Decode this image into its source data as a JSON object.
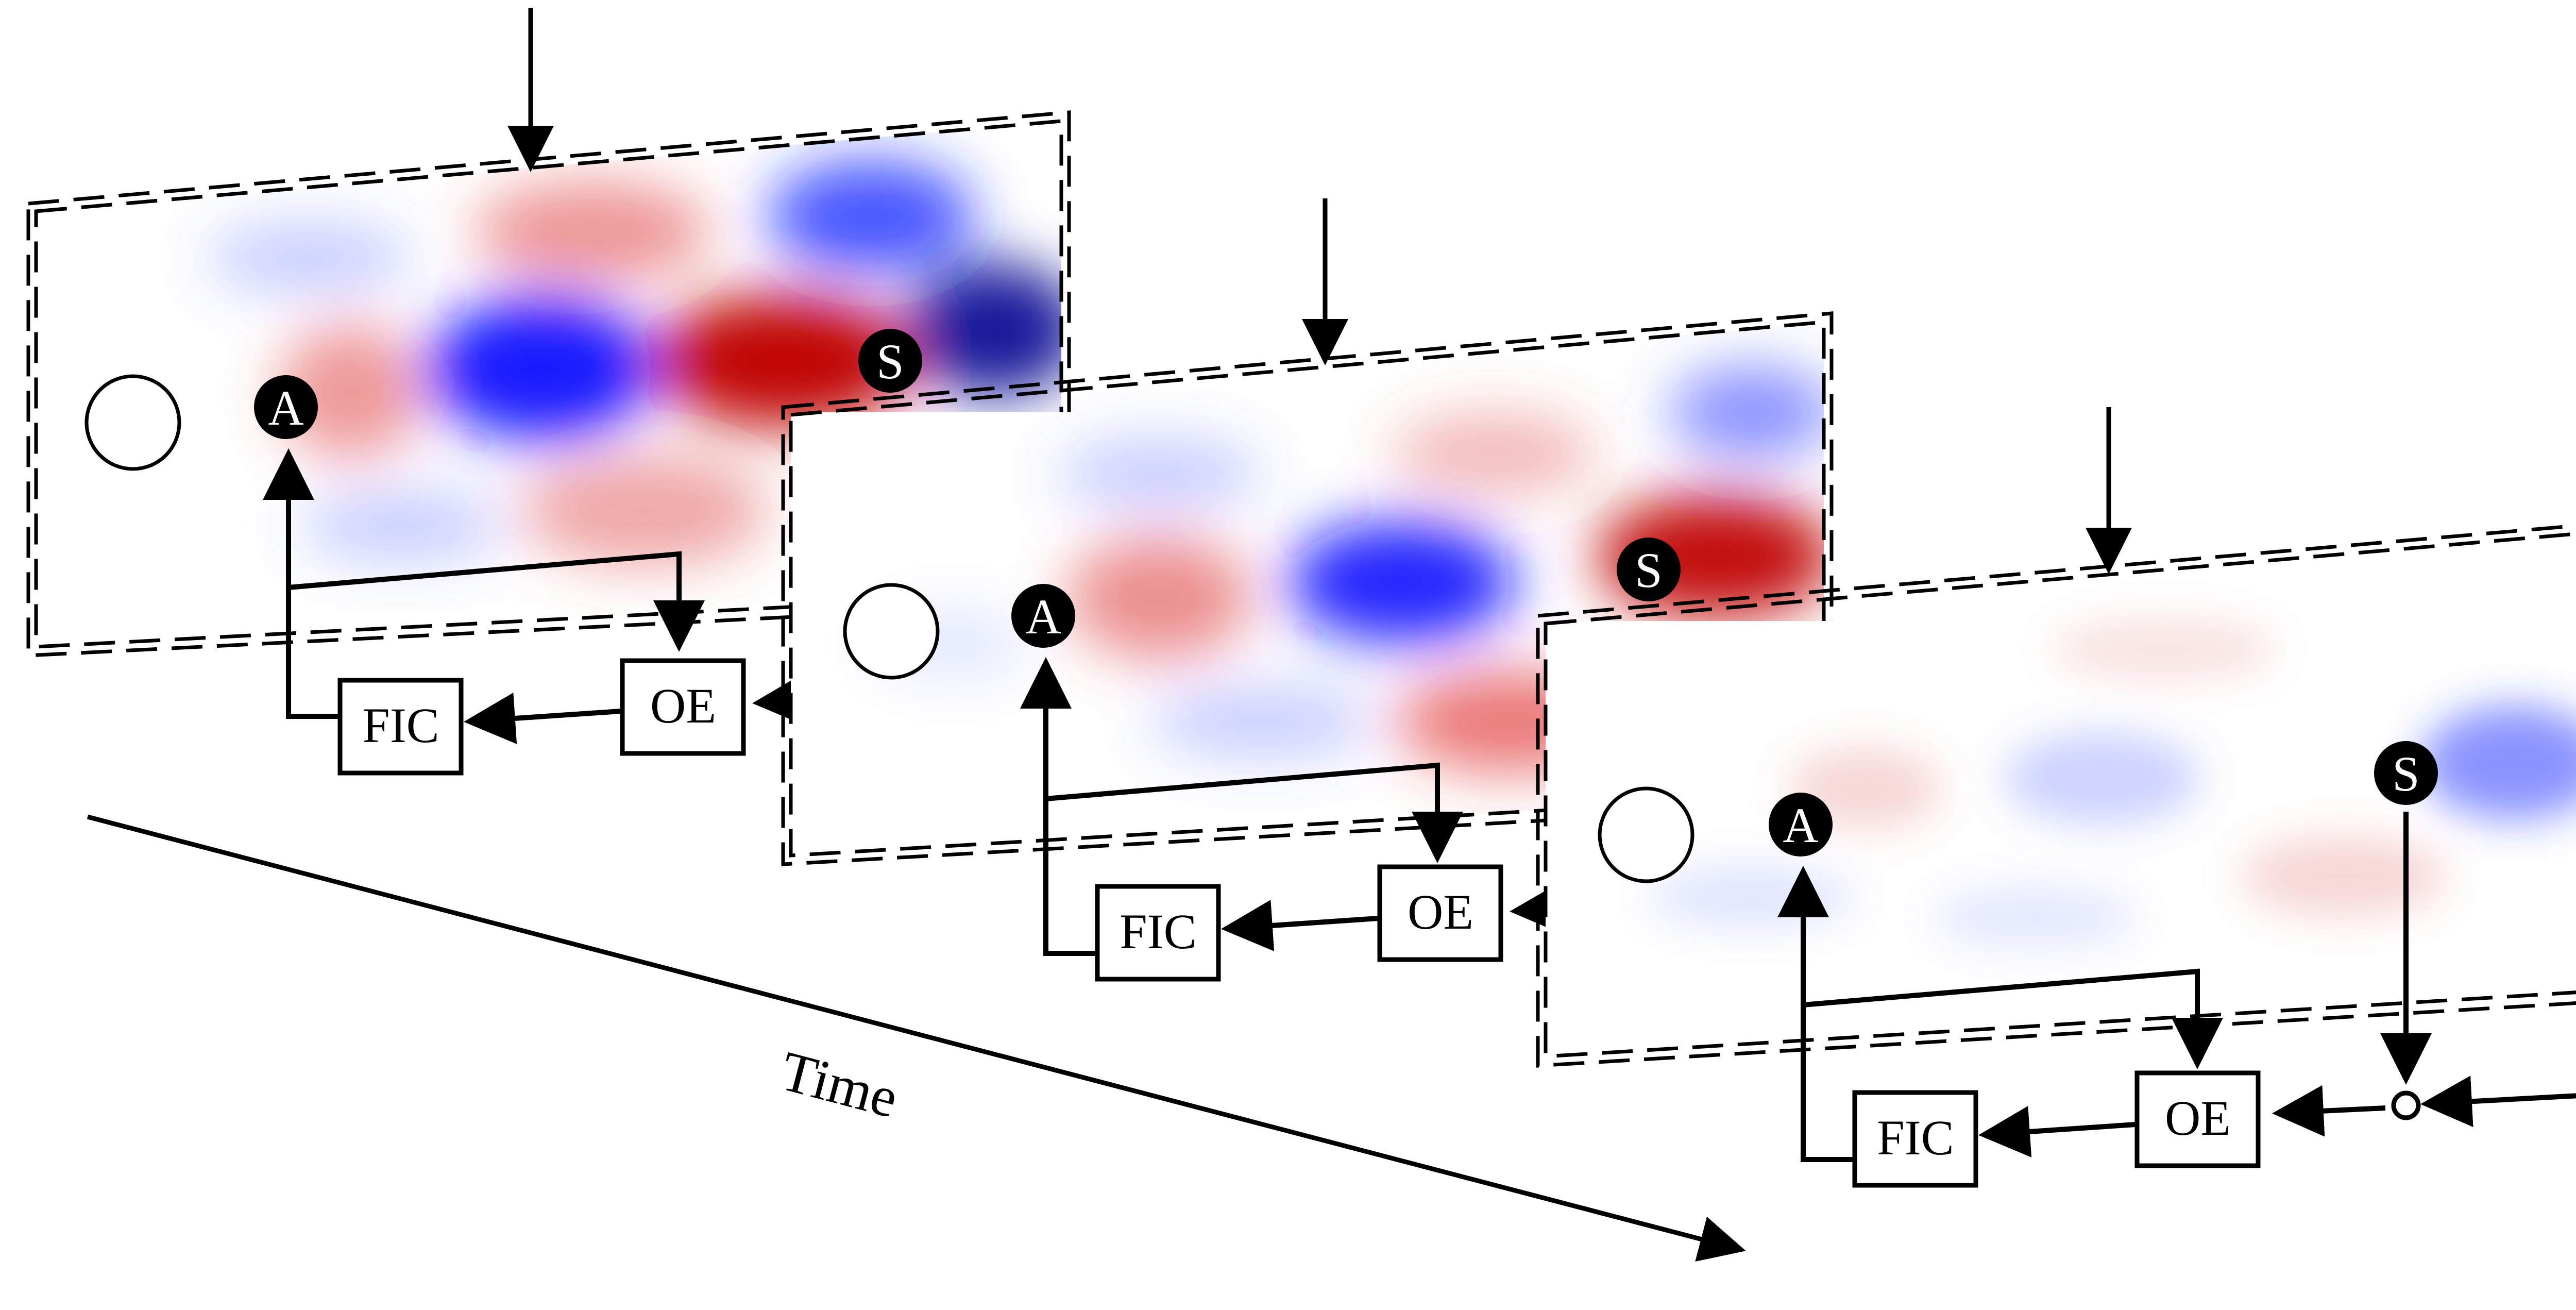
{
  "time_axis_label": "Time",
  "block_labels": {
    "fic": "FIC",
    "oe": "OE"
  },
  "marker_labels": {
    "actuator": "A",
    "sensor": "S"
  },
  "colors": {
    "negative": "#0000ff",
    "positive": "#d80000",
    "frame_line": "#000000",
    "badge_fill": "#000000"
  },
  "panels": [
    {
      "id": "panel-1",
      "field_amplitude": "strong"
    },
    {
      "id": "panel-2",
      "field_amplitude": "medium"
    },
    {
      "id": "panel-3",
      "field_amplitude": "weak"
    }
  ]
}
